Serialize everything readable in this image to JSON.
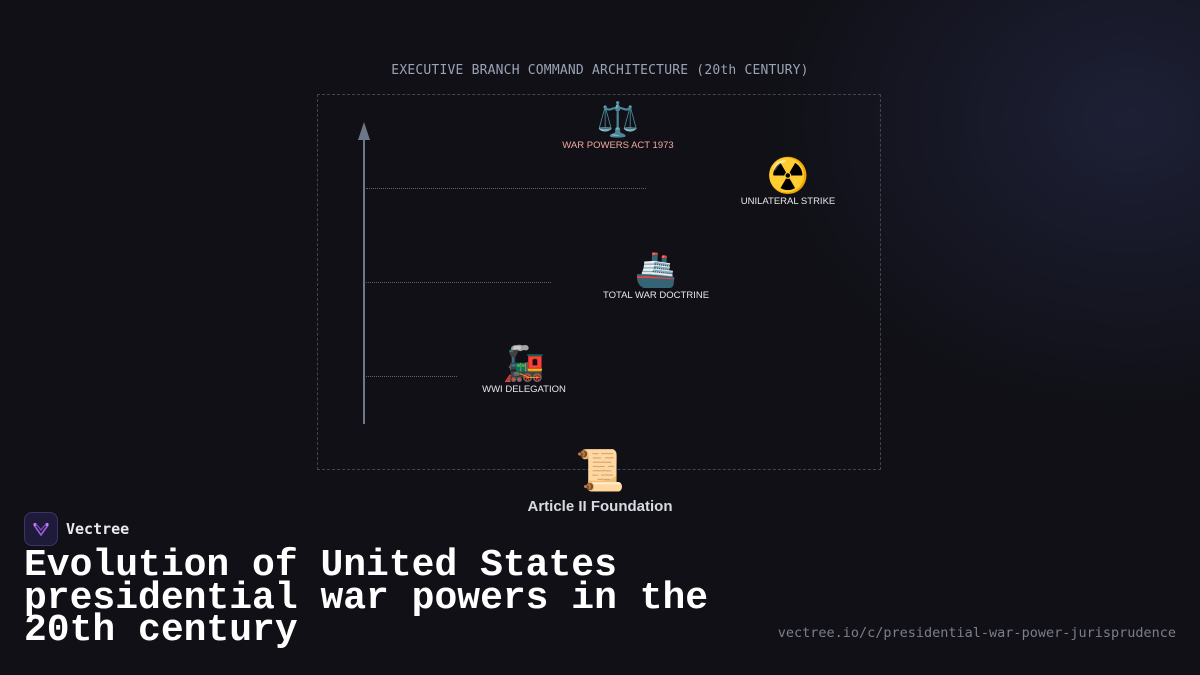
{
  "diagram": {
    "title": "EXECUTIVE BRANCH COMMAND ARCHITECTURE (20th CENTURY)",
    "nodes": [
      {
        "icon": "scales-icon",
        "glyph": "⚖️",
        "label": "WAR POWERS ACT 1973",
        "label_color": "#f2a8a0"
      },
      {
        "icon": "radioactive-icon",
        "glyph": "☢️",
        "label": "UNILATERAL STRIKE"
      },
      {
        "icon": "ship-icon",
        "glyph": "🚢",
        "label": "TOTAL WAR DOCTRINE"
      },
      {
        "icon": "locomotive-icon",
        "glyph": "🚂",
        "label": "WWI DELEGATION"
      }
    ],
    "foundation": {
      "icon": "scroll-icon",
      "glyph": "📜",
      "label": "Article II Foundation"
    }
  },
  "brand": {
    "name": "Vectree",
    "logo_icon": "vectree-logo-icon"
  },
  "headline": "Evolution of United States presidential war powers in the 20th century",
  "url": "vectree.io/c/presidential-war-power-jurisprudence",
  "colors": {
    "background": "#101016",
    "frame": "#3a4558",
    "axis": "#6c7789",
    "accent_label": "#f2a8a0"
  }
}
